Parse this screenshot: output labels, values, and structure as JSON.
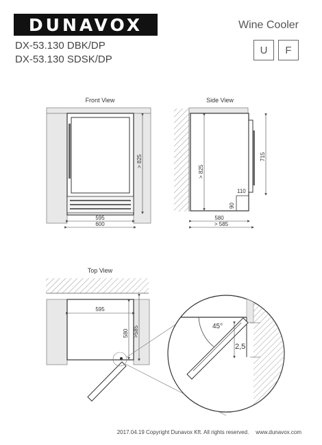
{
  "header": {
    "brand": "DUNAVOX",
    "product_type": "Wine Cooler",
    "badges": [
      "U",
      "F"
    ],
    "models": [
      "DX-53.130 DBK/DP",
      "DX-53.130 SDSK/DP"
    ]
  },
  "front_view": {
    "title": "Front View",
    "height_label": "> 825",
    "inner_width": "595",
    "outer_width": "600"
  },
  "side_view": {
    "title": "Side View",
    "height_label": "> 825",
    "depth_inner": "580",
    "depth_outer": "> 585",
    "door_height": "715",
    "dim_110": "110",
    "dim_90": "90"
  },
  "top_view": {
    "title": "Top View",
    "width": "595",
    "depth": "580",
    "depth_outer": ">585",
    "angle": "45°",
    "gap": "2,5"
  },
  "footer": {
    "copyright": "2017.04.19 Copyright Dunavox Kft. All rights reserved.",
    "website": "www.dunavox.com"
  }
}
